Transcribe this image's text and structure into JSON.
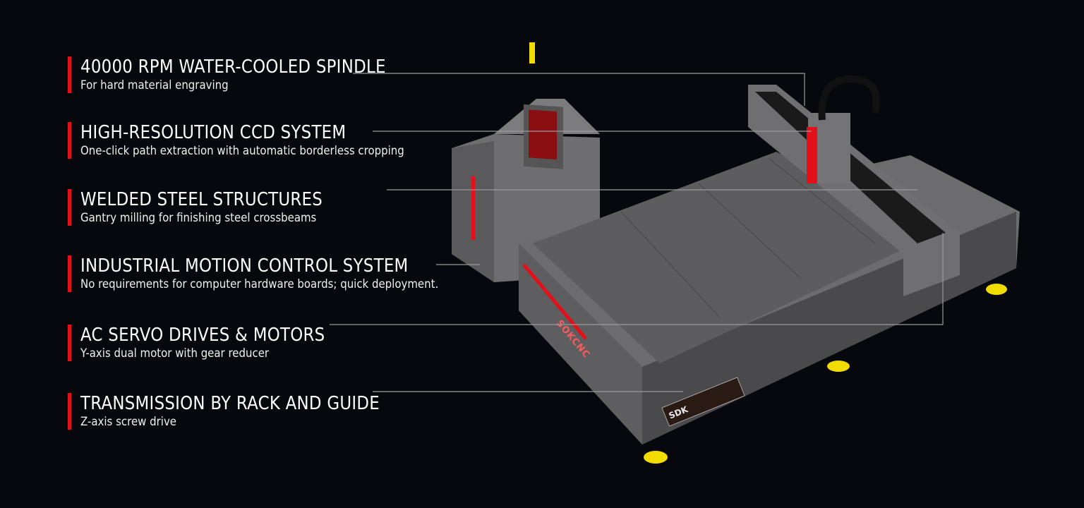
{
  "features": [
    {
      "title": "40000 RPM WATER-COOLED SPINDLE",
      "subtitle": "For hard material engraving"
    },
    {
      "title": "HIGH-RESOLUTION CCD SYSTEM",
      "subtitle": "One-click path extraction with automatic borderless cropping"
    },
    {
      "title": "WELDED STEEL STRUCTURES",
      "subtitle": "Gantry milling for finishing steel crossbeams"
    },
    {
      "title": "INDUSTRIAL MOTION CONTROL SYSTEM",
      "subtitle": "No requirements for computer hardware boards; quick deployment."
    },
    {
      "title": "AC SERVO DRIVES & MOTORS",
      "subtitle": "Y-axis dual motor with gear reducer"
    },
    {
      "title": "TRANSMISSION BY RACK AND GUIDE",
      "subtitle": "Z-axis screw drive"
    }
  ],
  "machine": {
    "brand_side": "SOKCNC",
    "nameplate": "SDK",
    "accent": "#e3101a",
    "body": "#7a7a7c",
    "feet": "#f2dc00"
  }
}
